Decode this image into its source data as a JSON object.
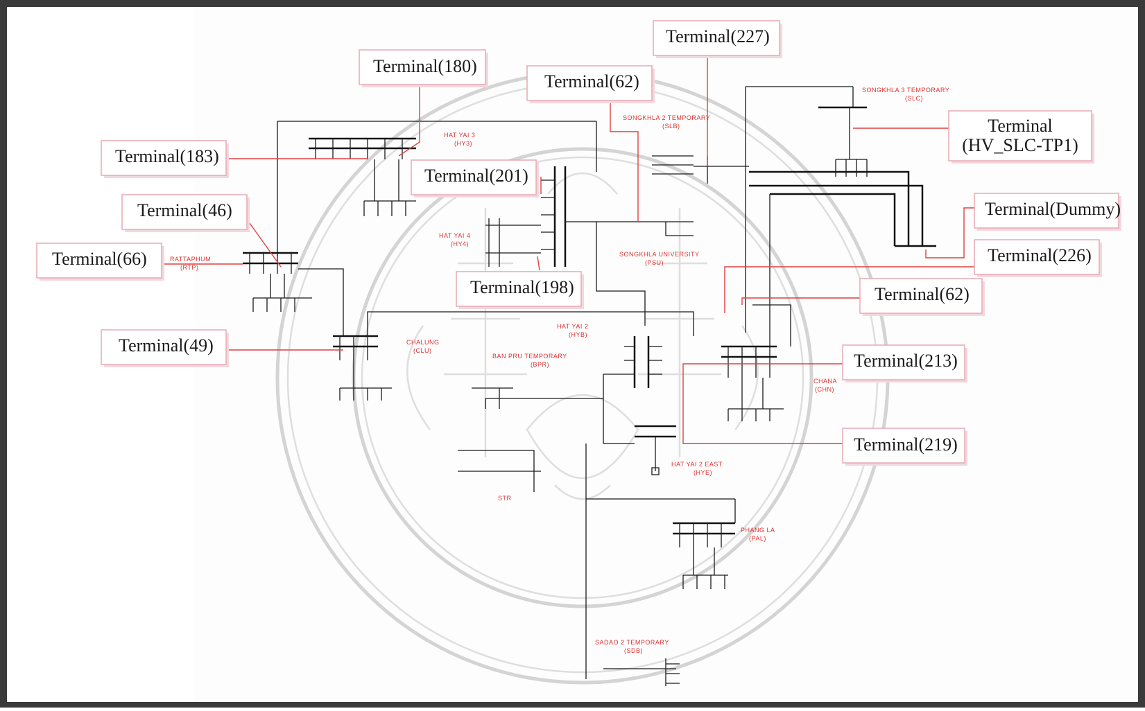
{
  "terminals": [
    {
      "id": "t180",
      "label": "Terminal(180)"
    },
    {
      "id": "t227",
      "label": "Terminal(227)"
    },
    {
      "id": "t62a",
      "label": "Terminal(62)"
    },
    {
      "id": "t183",
      "label": "Terminal(183)"
    },
    {
      "id": "t201",
      "label": "Terminal(201)"
    },
    {
      "id": "thv",
      "label": "Terminal",
      "label2": "(HV_SLC-TP1)"
    },
    {
      "id": "t46",
      "label": "Terminal(46)"
    },
    {
      "id": "tdummy",
      "label": "Terminal(Dummy)"
    },
    {
      "id": "t66",
      "label": "Terminal(66)"
    },
    {
      "id": "t226",
      "label": "Terminal(226)"
    },
    {
      "id": "t198",
      "label": "Terminal(198)"
    },
    {
      "id": "t62b",
      "label": "Terminal(62)"
    },
    {
      "id": "t49",
      "label": "Terminal(49)"
    },
    {
      "id": "t213",
      "label": "Terminal(213)"
    },
    {
      "id": "t219",
      "label": "Terminal(219)"
    }
  ],
  "substations": [
    {
      "name": "HAT YAI 3",
      "code": "(HY3)"
    },
    {
      "name": "SONGKHLA 2 TEMPORARY",
      "code": "(SLB)"
    },
    {
      "name": "SONGKHLA 3 TEMPORARY",
      "code": "(SLC)"
    },
    {
      "name": "HAT YAI 4",
      "code": "(HY4)"
    },
    {
      "name": "SONGKHLA UNIVERSITY",
      "code": "(PSU)"
    },
    {
      "name": "RATTAPHUM",
      "code": "(RTP)"
    },
    {
      "name": "HAT YAI 2",
      "code": "(HYB)"
    },
    {
      "name": "CHALUNG",
      "code": "(CLU)"
    },
    {
      "name": "BAN PRU TEMPORARY",
      "code": "(BPR)"
    },
    {
      "name": "CHANA",
      "code": "(CHN)"
    },
    {
      "name": "HAT YAI 2 EAST",
      "code": "(HYE)"
    },
    {
      "name": "STR",
      "code": ""
    },
    {
      "name": "PHANG LA",
      "code": "(PAL)"
    },
    {
      "name": "SADAO 2 TEMPORARY",
      "code": "(SDB)"
    }
  ],
  "colors": {
    "leader": "#e04040",
    "box_border": "#e8a8b4",
    "line": "#111111",
    "watermark": "#d4d4d4"
  }
}
